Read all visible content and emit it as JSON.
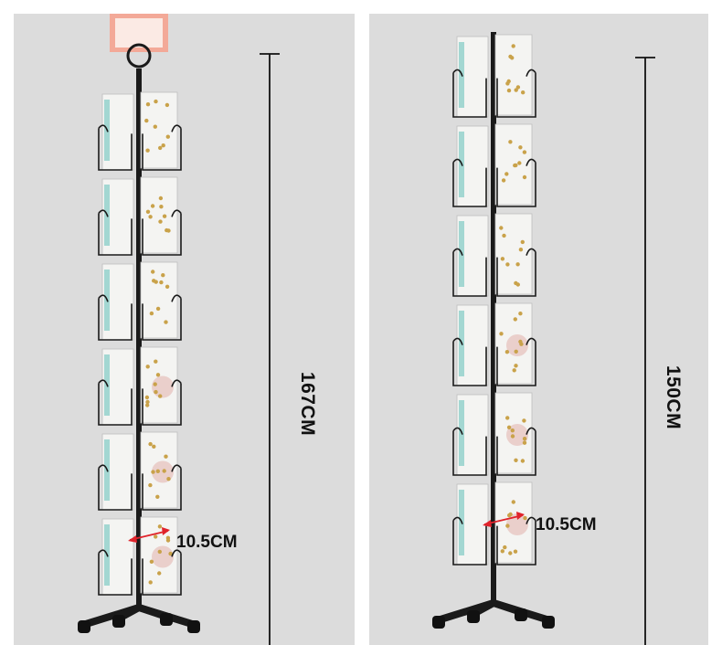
{
  "panels": [
    {
      "id": "left",
      "height_label": "167CM",
      "width_label": "10.5CM",
      "tiers": 6,
      "has_top_sign": true
    },
    {
      "id": "right",
      "height_label": "150CM",
      "width_label": "10.5CM",
      "tiers": 6,
      "has_top_sign": false
    }
  ],
  "colors": {
    "background": "#dcdcdc",
    "frame": "#1a1a1a",
    "card": "#f4f4f2",
    "gold": "#c9a24a",
    "teal": "#8fcfc9",
    "pink": "#e2b6b0",
    "sign": "#f3a998",
    "arrow": "#e0232b"
  },
  "icons": [
    "card-rack",
    "caster-wheel",
    "measure-arrow"
  ]
}
